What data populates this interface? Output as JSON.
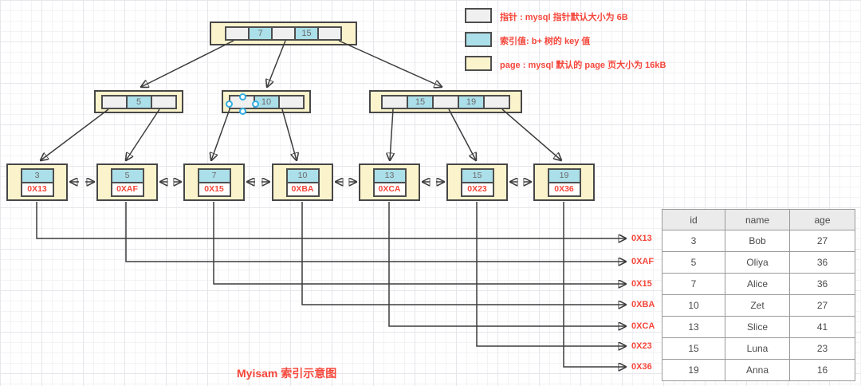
{
  "title": "Myisam 索引示意图",
  "legend": {
    "items": [
      {
        "name": "pointer",
        "swatch_color": "#f0f0f0",
        "label": "指针 : mysql 指针默认大小为 6B"
      },
      {
        "name": "index-value",
        "swatch_color": "#abdfe9",
        "label": "索引值: b+ 树的 key 值"
      },
      {
        "name": "page",
        "swatch_color": "#fbf3cc",
        "label": "page : mysql 默认的 page 页大小为 16kB"
      }
    ]
  },
  "tree": {
    "root": {
      "keys": [
        "7",
        "15"
      ]
    },
    "internal": [
      {
        "keys": [
          "5"
        ]
      },
      {
        "keys": [
          "10"
        ]
      },
      {
        "keys": [
          "15",
          "19"
        ]
      }
    ],
    "leaves": [
      {
        "key": "3",
        "address": "0X13"
      },
      {
        "key": "5",
        "address": "0XAF"
      },
      {
        "key": "7",
        "address": "0X15"
      },
      {
        "key": "10",
        "address": "0XBA"
      },
      {
        "key": "13",
        "address": "0XCA"
      },
      {
        "key": "15",
        "address": "0X23"
      },
      {
        "key": "19",
        "address": "0X36"
      }
    ]
  },
  "pointer_labels": [
    "0X13",
    "0XAF",
    "0X15",
    "0XBA",
    "0XCA",
    "0X23",
    "0X36"
  ],
  "table": {
    "headers": [
      "id",
      "name",
      "age"
    ],
    "rows": [
      [
        "3",
        "Bob",
        "27"
      ],
      [
        "5",
        "Oliya",
        "36"
      ],
      [
        "7",
        "Alice",
        "36"
      ],
      [
        "10",
        "Zet",
        "27"
      ],
      [
        "13",
        "Slice",
        "41"
      ],
      [
        "15",
        "Luna",
        "23"
      ],
      [
        "19",
        "Anna",
        "16"
      ]
    ]
  },
  "colors": {
    "accent_red": "#f5473b",
    "page_yellow": "#fbf3cc",
    "index_cyan": "#abdfe9",
    "pointer_gray": "#f0f0f0",
    "line_dark": "#3d3d3d",
    "handle_blue": "#35aee3"
  }
}
